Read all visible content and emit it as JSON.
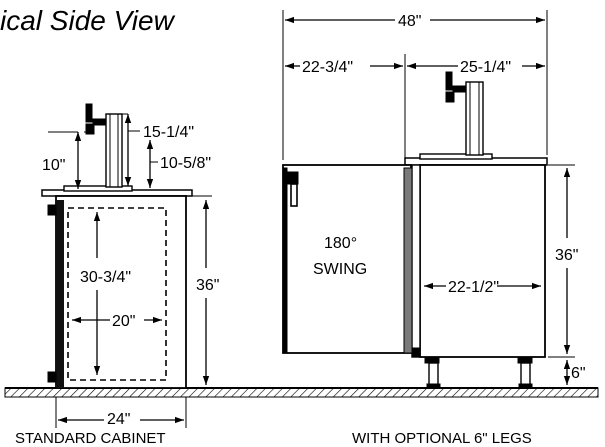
{
  "title": "ical Side View",
  "left": {
    "dims": {
      "tower_height": "15-1/4\"",
      "spout_height": "10\"",
      "tower_depth": "10-5/8\"",
      "interior_height": "30-3/4\"",
      "interior_width": "20\"",
      "cabinet_height": "36\"",
      "cabinet_depth": "24\""
    },
    "caption": "STANDARD CABINET"
  },
  "right": {
    "dims": {
      "overall_depth": "48\"",
      "door_swing_clearance": "22-3/4\"",
      "cabinet_depth": "25-1/4\"",
      "door_swing": "180°",
      "swing_label": "SWING",
      "interior_depth": "22-1/2\"",
      "cabinet_height": "36\"",
      "leg_height": "6\""
    },
    "caption": "WITH OPTIONAL 6\" LEGS"
  }
}
